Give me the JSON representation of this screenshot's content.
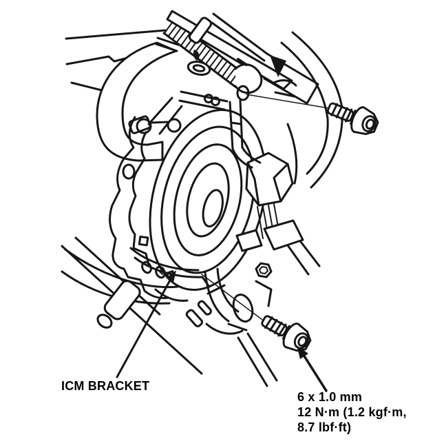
{
  "figure": {
    "bg_color": "#ffffff",
    "ink_color": "#161616",
    "callouts": {
      "icm_bracket": {
        "label": "ICM BRACKET"
      },
      "bolt_spec": {
        "lines": [
          "6 x 1.0 mm",
          "12 N·m (1.2 kgf·m,",
          "8.7 lbf·ft)"
        ]
      }
    }
  }
}
